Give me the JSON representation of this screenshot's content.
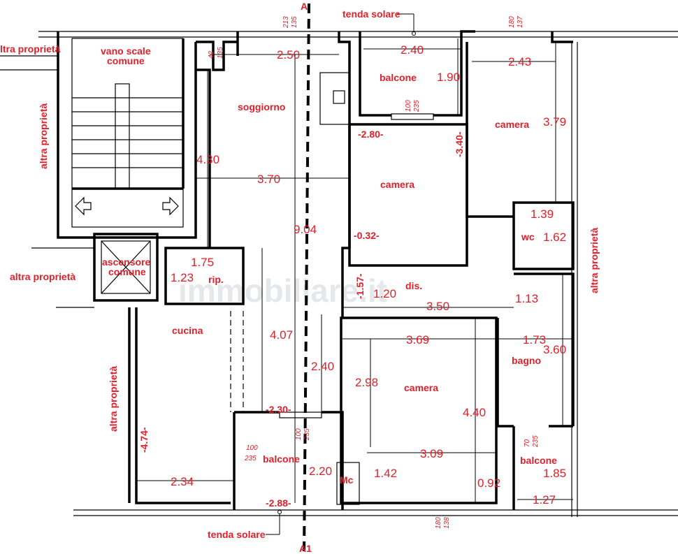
{
  "rooms": {
    "vano_scale_1": "vano scale",
    "vano_scale_2": "comune",
    "soggiorno": "soggiorno",
    "balcone_top": "balcone",
    "camera_top_right": "camera",
    "camera_center": "camera",
    "wc": "wc",
    "rip": "rip.",
    "ascensore_1": "ascensore",
    "ascensore_2": "comune",
    "dis": "dis.",
    "cucina": "cucina",
    "camera_bottom": "camera",
    "bagno": "bagno",
    "balcone_bottom_left": "balcone",
    "balcone_bottom_right": "balcone",
    "mc": "Mc"
  },
  "labels": {
    "altra_top_left": "ltra proprietà",
    "altra_left_vertical": "altra proprietà",
    "altra_left_mid": "altra proprietà",
    "altra_left_bottom": "altra proprietà",
    "altra_right": "altra proprietà",
    "tenda_top": "tenda solare",
    "tenda_bottom": "tenda solare",
    "section_top": "A",
    "section_bottom": "A1",
    "watermark": "immobiliare.it"
  },
  "dimensions": {
    "d250": "2.50",
    "d240a": "2.40",
    "d190": "1.90",
    "d243": "2.43",
    "d379": "3.79",
    "d430": "4.30",
    "d370": "3.70",
    "d904": "9.04",
    "d280": "-2.80-",
    "d340": "-3.40-",
    "d032": "-0.32-",
    "d139": "1.39",
    "d162": "1.62",
    "d175": "1.75",
    "d123": "1.23",
    "d157": "-1.57-",
    "d120": "1.20",
    "d350": "3.50",
    "d113": "1.13",
    "d407": "4.07",
    "d369": "3.69",
    "d173": "1.73",
    "d360": "3.60",
    "d240b": "2.40",
    "d298": "2.98",
    "d440": "4.40",
    "d230": "-2.30-",
    "d220": "2.20",
    "d309": "3.09",
    "d142": "1.42",
    "d092": "0.92",
    "d185": "1.85",
    "d127": "1.27",
    "d288": "-2.88-",
    "d234": "2.34",
    "d474": "-4.74-"
  },
  "windows": {
    "w1": [
      "213",
      "135"
    ],
    "w2": [
      "42",
      "135"
    ],
    "w3": [
      "100",
      "235"
    ],
    "w4": [
      "180",
      "137"
    ],
    "w5": [
      "100",
      "235"
    ],
    "w6": [
      "100",
      "235"
    ],
    "w7": [
      "70",
      "235"
    ],
    "w8": [
      "180",
      "138"
    ]
  }
}
